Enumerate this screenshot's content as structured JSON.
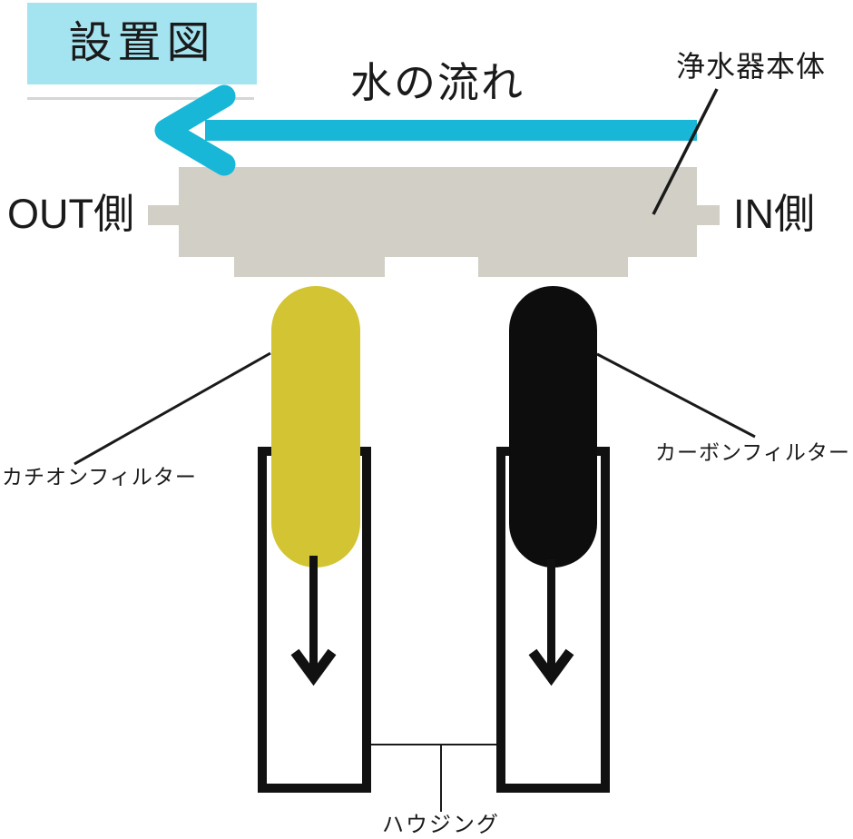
{
  "diagram": {
    "title": "設置図",
    "water_flow_label": "水の流れ",
    "purifier_body_label": "浄水器本体",
    "out_label": "OUT側",
    "in_label": "IN側",
    "left_filter_label": "カチオンフィルター",
    "right_filter_label": "カーボンフィルター",
    "housing_label": "ハウジング",
    "flow_direction": "left"
  },
  "colors": {
    "title_bg": "#a4e3f0",
    "flow_arrow": "#18b7d7",
    "purifier_body": "#d2cfc6",
    "cation_filter": "#d2c433",
    "carbon_filter": "#0d0d0d",
    "text": "#1a1a1a",
    "background": "#ffffff"
  }
}
